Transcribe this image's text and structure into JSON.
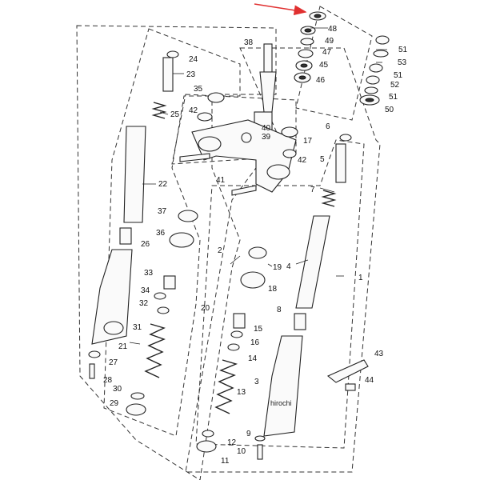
{
  "callouts": [
    {
      "id": "p1",
      "text": "1"
    },
    {
      "id": "p2",
      "text": "2"
    },
    {
      "id": "p3",
      "text": "3"
    },
    {
      "id": "p4",
      "text": "4"
    },
    {
      "id": "p5",
      "text": "5"
    },
    {
      "id": "p6",
      "text": "6"
    },
    {
      "id": "p7",
      "text": "7"
    },
    {
      "id": "p8",
      "text": "8"
    },
    {
      "id": "p9",
      "text": "9"
    },
    {
      "id": "p10",
      "text": "10"
    },
    {
      "id": "p11",
      "text": "11"
    },
    {
      "id": "p12",
      "text": "12"
    },
    {
      "id": "p13",
      "text": "13"
    },
    {
      "id": "p14",
      "text": "14"
    },
    {
      "id": "p15",
      "text": "15"
    },
    {
      "id": "p16",
      "text": "16"
    },
    {
      "id": "p17",
      "text": "17"
    },
    {
      "id": "p18",
      "text": "18"
    },
    {
      "id": "p19",
      "text": "19"
    },
    {
      "id": "p20",
      "text": "20"
    },
    {
      "id": "p21",
      "text": "21"
    },
    {
      "id": "p22",
      "text": "22"
    },
    {
      "id": "p23",
      "text": "23"
    },
    {
      "id": "p24",
      "text": "24"
    },
    {
      "id": "p25",
      "text": "25"
    },
    {
      "id": "p26",
      "text": "26"
    },
    {
      "id": "p27",
      "text": "27"
    },
    {
      "id": "p28",
      "text": "28"
    },
    {
      "id": "p29",
      "text": "29"
    },
    {
      "id": "p30",
      "text": "30"
    },
    {
      "id": "p31",
      "text": "31"
    },
    {
      "id": "p32",
      "text": "32"
    },
    {
      "id": "p33",
      "text": "33"
    },
    {
      "id": "p34",
      "text": "34"
    },
    {
      "id": "p35",
      "text": "35"
    },
    {
      "id": "p36",
      "text": "36"
    },
    {
      "id": "p37",
      "text": "37"
    },
    {
      "id": "p38",
      "text": "38"
    },
    {
      "id": "p39",
      "text": "39"
    },
    {
      "id": "p40",
      "text": "40"
    },
    {
      "id": "p41",
      "text": "41"
    },
    {
      "id": "p42a",
      "text": "42"
    },
    {
      "id": "p42b",
      "text": "42"
    },
    {
      "id": "p43",
      "text": "43"
    },
    {
      "id": "p44",
      "text": "44"
    },
    {
      "id": "p45",
      "text": "45"
    },
    {
      "id": "p46",
      "text": "46"
    },
    {
      "id": "p47",
      "text": "47"
    },
    {
      "id": "p48",
      "text": "48"
    },
    {
      "id": "p49",
      "text": "49"
    },
    {
      "id": "p50",
      "text": "50"
    },
    {
      "id": "p51a",
      "text": "51"
    },
    {
      "id": "p51b",
      "text": "51"
    },
    {
      "id": "p51c",
      "text": "51"
    },
    {
      "id": "p52",
      "text": "52"
    },
    {
      "id": "p53",
      "text": "53"
    }
  ],
  "watermark": "hirochi",
  "colors": {
    "highlight_arrow": "#e03030",
    "line": "#222222"
  }
}
